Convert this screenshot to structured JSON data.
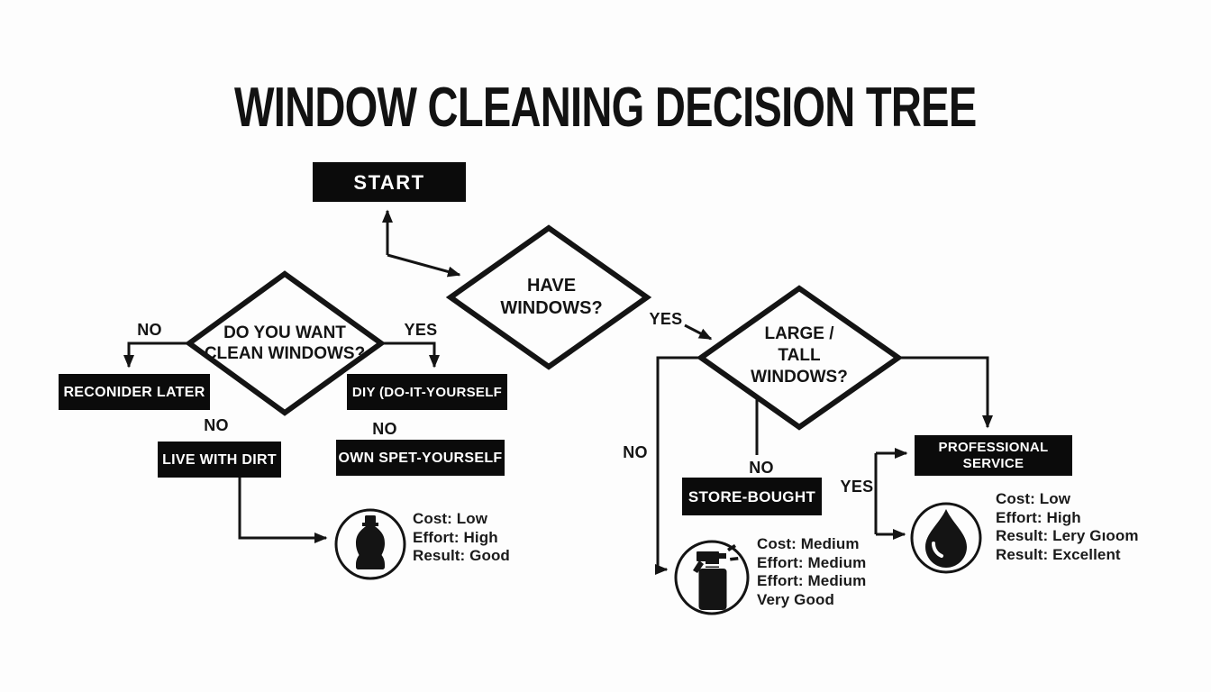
{
  "title": "WINDOW CLEANING DECISION TREE",
  "nodes": {
    "start": "START",
    "have_windows": "HAVE\nWINDOWS?",
    "want_clean": "DO YOU WANT\nCLEAN WINDOWS?",
    "large_tall": "LARGE /\nTALL\nWINDOWS?",
    "reconsider": "RECONIDER LATER",
    "diy": "DIY (DO-IT-YOURSELF",
    "live_with_dirt": "LIVE WITH DIRT",
    "own_spet": "OWN SPET-YOURSELF",
    "store_bought": "STORE-BOUGHT",
    "professional": "PROFESSIONAL\nSERVICE"
  },
  "branch_labels": {
    "want_no": "NO",
    "want_yes": "YES",
    "have_yes": "YES",
    "dirt_no": "NO",
    "spet_no": "NO",
    "large_no_left": "NO",
    "large_no_bottom": "NO",
    "large_yes": "YES"
  },
  "results": {
    "diy_bottle": "Cost: Low\nEffort: High\nResult: Good",
    "store_spray": "Cost: Medium\nEffort: Medium\nEffort: Medium\nVery Good",
    "professional_drop": "Cost: Low\nEffort: High\nResult: Lery Gıoom\nResult: Excellent"
  },
  "icons": {
    "bottle": "bottle-icon",
    "spray": "spray-bottle-icon",
    "droplet": "droplet-icon"
  },
  "colors": {
    "ink": "#141414",
    "box_bg": "#0b0b0b",
    "box_text": "#ffffff",
    "background": "#fdfdfd"
  }
}
